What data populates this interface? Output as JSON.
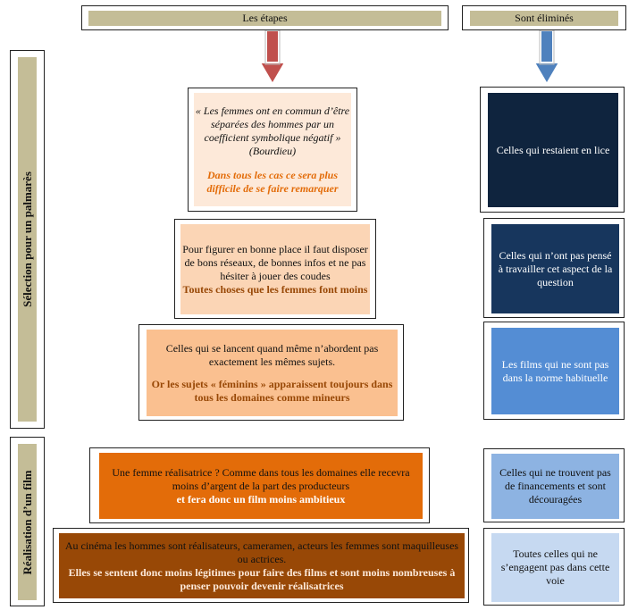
{
  "headers": {
    "steps": "Les étapes",
    "eliminated": "Sont éliminés"
  },
  "side_labels": {
    "selection": "Sélection pour un palmarès",
    "realisation": "Réalisation d’un film"
  },
  "steps": [
    {
      "line1": "«  Les femmes ont en commun d’être séparées  des hommes par un coefficient symbolique négatif » (Bourdieu)",
      "line2": "Dans tous les cas ce sera plus difficile de se faire remarquer"
    },
    {
      "line1": "Pour figurer en bonne place il faut disposer de bons réseaux, de bonnes infos et ne pas hésiter à jouer des coudes",
      "line2": "Toutes choses  que les femmes font moins"
    },
    {
      "line1": "Celles qui se lancent quand même n’abordent pas exactement  les mêmes sujets.",
      "line2": "Or les sujets « féminins » apparaissent toujours dans tous les domaines  comme mineurs"
    },
    {
      "line1": "Une femme réalisatrice ? Comme dans tous les domaines  elle recevra moins d’argent de la part des producteurs",
      "line2": "et fera donc un film moins ambitieux"
    },
    {
      "line1": "Au cinéma les hommes sont réalisateurs, cameramen, acteurs  les femmes sont maquilleuses ou actrices.",
      "line2": "Elles  se sentent donc moins légitimes pour faire des films et sont moins nombreuses à penser pouvoir devenir réalisatrices"
    }
  ],
  "eliminated": [
    "Celles qui restaient en lice",
    "Celles qui n’ont pas pensé à travailler cet aspect de la question",
    "Les films qui ne sont pas dans la norme habituelle",
    "Celles qui ne trouvent pas de financements  et sont découragées",
    "Toutes celles qui ne s’engagent pas dans cette voie"
  ],
  "colors": {
    "header_fill": "#c4bd97",
    "step1_fill": "#fde9d9",
    "step2_fill": "#fbd5b5",
    "step3_fill": "#fac090",
    "step4_fill": "#e36c09",
    "step5_fill": "#984806",
    "elim1_fill": "#0f243e",
    "elim2_fill": "#17365d",
    "elim3_fill": "#548dd4",
    "elim4_fill": "#8db3e2",
    "elim5_fill": "#c6d9f1",
    "arrow_left": "#c0504d",
    "arrow_right": "#4f81bd"
  }
}
